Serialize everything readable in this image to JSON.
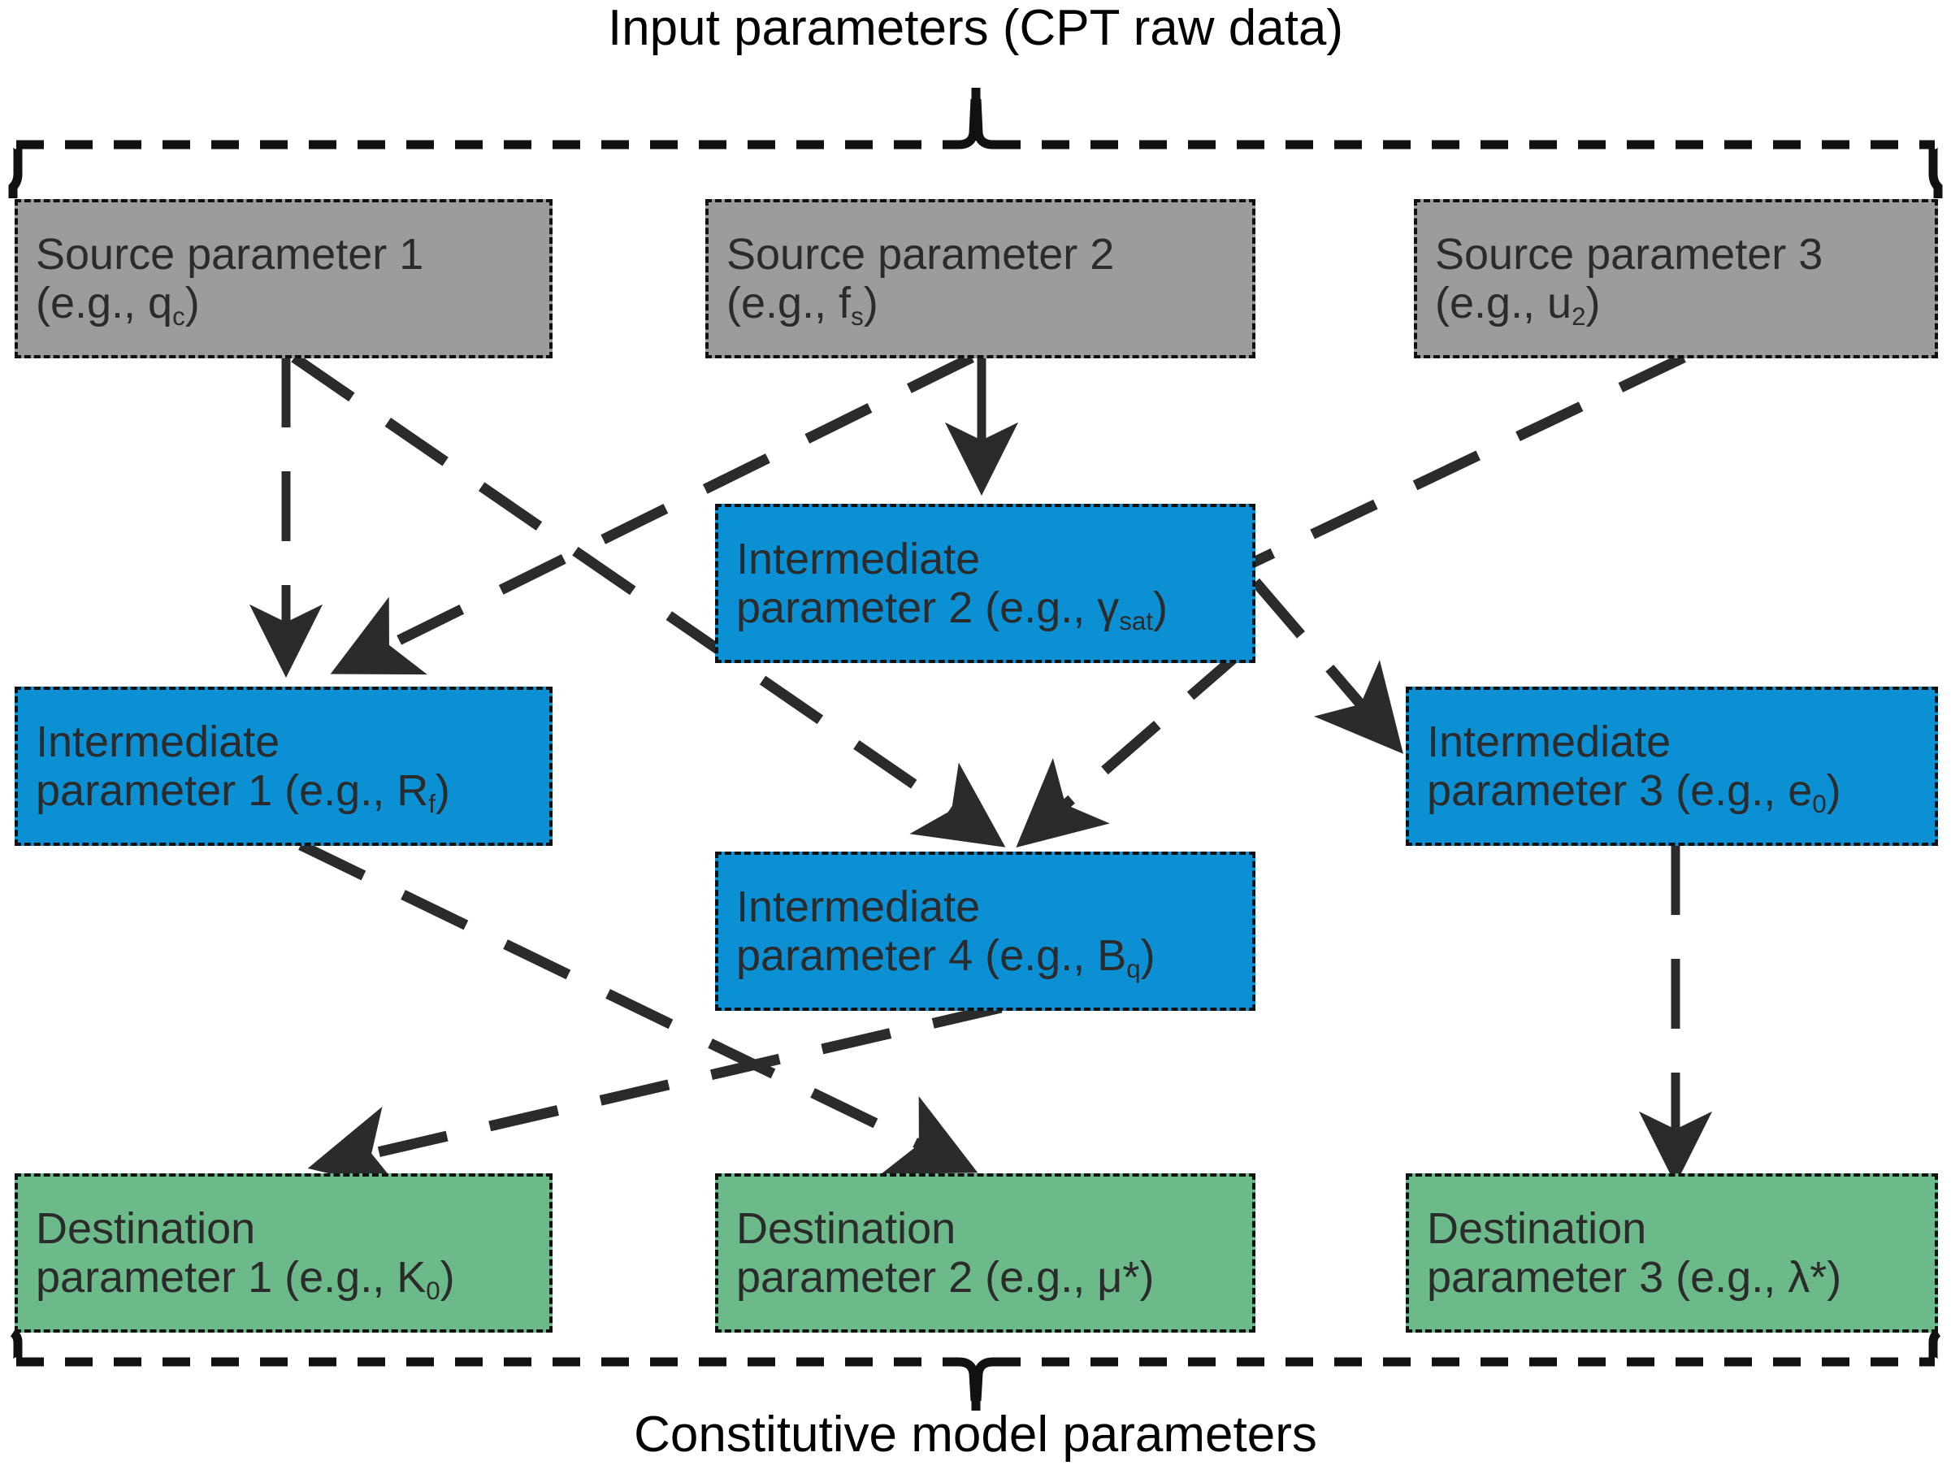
{
  "figure": {
    "title_top": "Input parameters (CPT raw data)",
    "title_bottom": "Constitutive model parameters",
    "colors": {
      "source_fill": "#9c9c9c",
      "intermediate_fill": "#0a90d3",
      "destination_fill": "#6cb98a",
      "stroke": "#111111",
      "text": "#2b2b2b",
      "background": "#ffffff"
    }
  },
  "groups": {
    "source": {
      "label": "Input parameters (CPT raw data)",
      "brace": "top-dashed-brace"
    },
    "destination": {
      "label": "Constitutive model parameters",
      "brace": "bottom-dashed-brace"
    }
  },
  "nodes": {
    "source_1": {
      "line1": "Source parameter 1",
      "line2_pre": "(e.g., q",
      "line2_sub": "c",
      "line2_post": ")"
    },
    "source_2": {
      "line1": "Source parameter 2",
      "line2_pre": "(e.g., f",
      "line2_sub": "s",
      "line2_post": ")"
    },
    "source_3": {
      "line1": "Source parameter 3",
      "line2_pre": "(e.g., u",
      "line2_sub": "2",
      "line2_post": ")"
    },
    "intermediate_1": {
      "line1": "Intermediate",
      "line2_pre": "parameter 1 (e.g., R",
      "line2_sub": "f",
      "line2_post": ")"
    },
    "intermediate_2": {
      "line1": "Intermediate",
      "line2_pre": "parameter 2 (e.g., γ",
      "line2_sub": "sat",
      "line2_post": ")"
    },
    "intermediate_3": {
      "line1": "Intermediate",
      "line2_pre": "parameter 3 (e.g., e",
      "line2_sub": "0",
      "line2_post": ")"
    },
    "intermediate_4": {
      "line1": "Intermediate",
      "line2_pre": "parameter 4 (e.g., B",
      "line2_sub": "q",
      "line2_post": ")"
    },
    "destination_1": {
      "line1": "Destination",
      "line2_pre": "parameter 1 (e.g., K",
      "line2_sub": "0",
      "line2_post": ")"
    },
    "destination_2": {
      "line1": "Destination",
      "line2_pre": "parameter 2 (e.g., μ*",
      "line2_sub": "",
      "line2_post": ")"
    },
    "destination_3": {
      "line1": "Destination",
      "line2_pre": "parameter 3 (e.g., λ*",
      "line2_sub": "",
      "line2_post": ")"
    }
  },
  "edges": [
    {
      "id": "e1",
      "from": "source_1",
      "to": "intermediate_1",
      "style": "dashed",
      "arrow": "end"
    },
    {
      "id": "e2",
      "from": "source_1",
      "to": "intermediate_4",
      "style": "dashed",
      "arrow": "end"
    },
    {
      "id": "e3",
      "from": "source_2",
      "to": "intermediate_2",
      "style": "solid",
      "arrow": "end"
    },
    {
      "id": "e4",
      "from": "source_2",
      "to": "intermediate_1",
      "style": "dashed",
      "arrow": "end"
    },
    {
      "id": "e5",
      "from": "source_3",
      "to": "intermediate_3",
      "style": "dashed",
      "arrow": "end"
    },
    {
      "id": "e6",
      "from": "intermediate_2",
      "to": "intermediate_4",
      "style": "dashed",
      "arrow": "end"
    },
    {
      "id": "e7",
      "from": "intermediate_2",
      "to": "intermediate_3",
      "style": "dashed",
      "arrow": "end"
    },
    {
      "id": "e8",
      "from": "intermediate_1",
      "to": "destination_2",
      "style": "dashed",
      "arrow": "end"
    },
    {
      "id": "e9",
      "from": "intermediate_4",
      "to": "destination_1",
      "style": "dashed",
      "arrow": "end"
    },
    {
      "id": "e10",
      "from": "intermediate_3",
      "to": "destination_3",
      "style": "dashed",
      "arrow": "end"
    }
  ]
}
